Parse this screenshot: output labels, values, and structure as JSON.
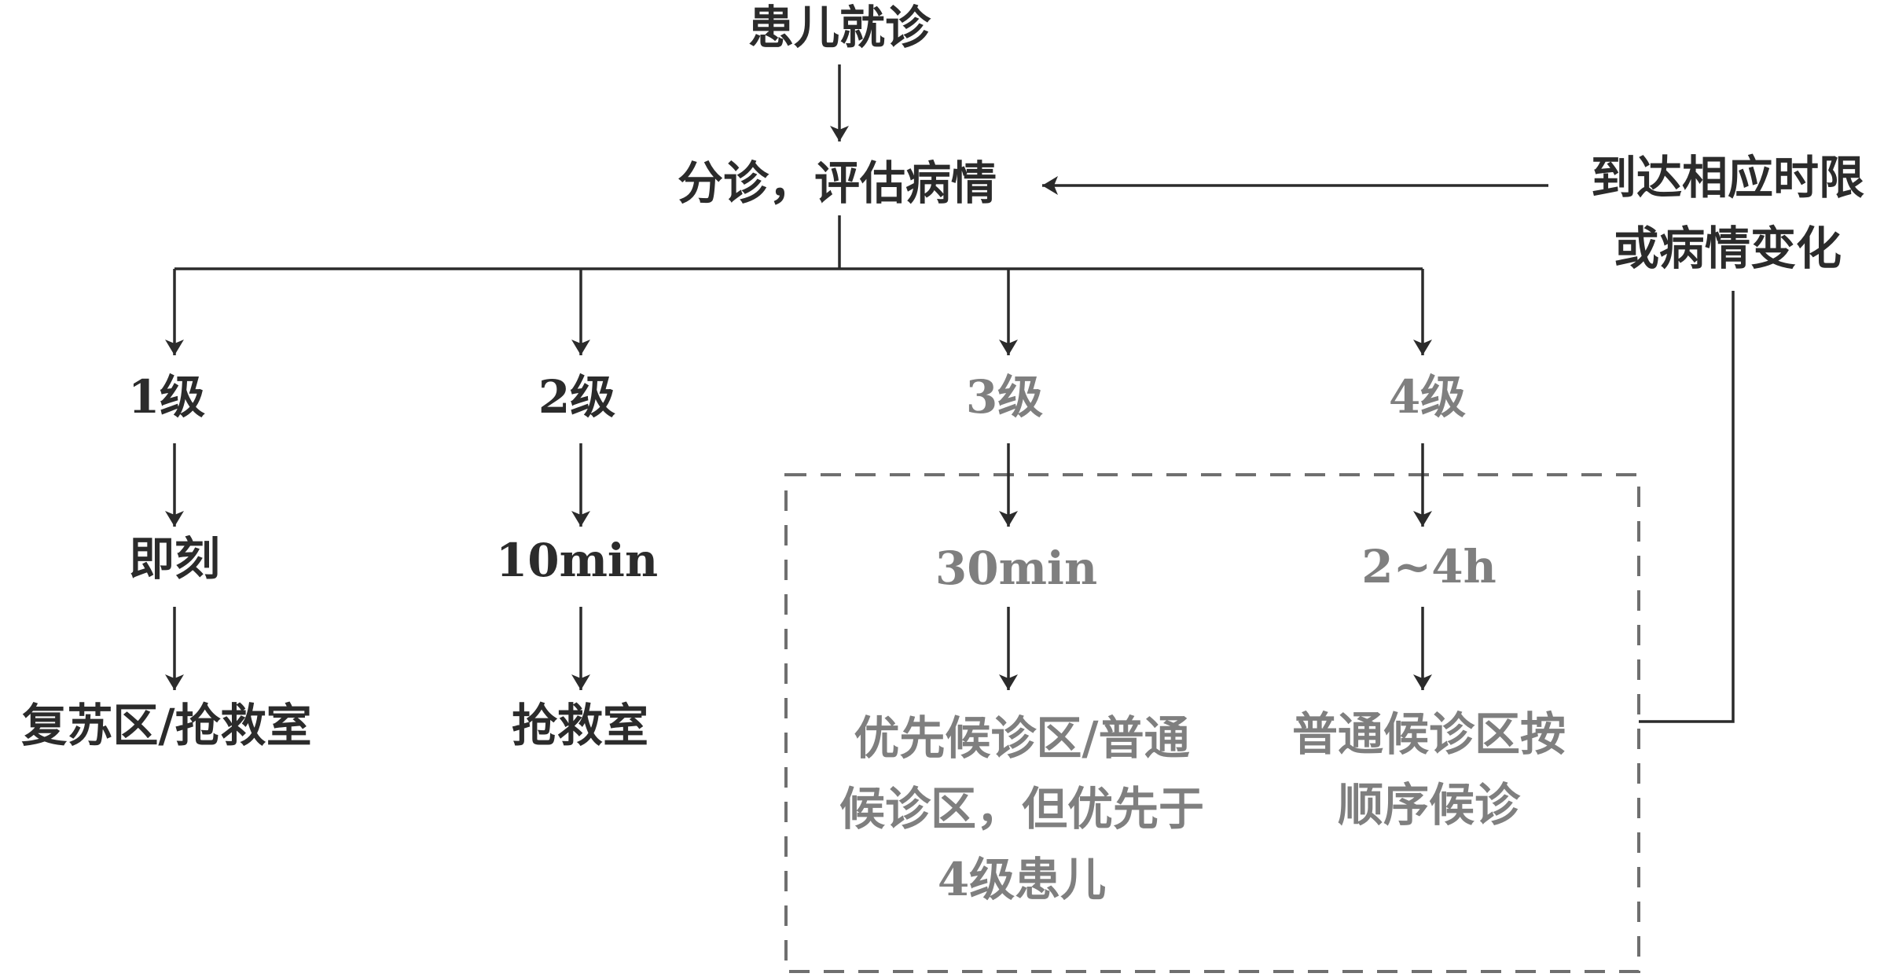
{
  "colors": {
    "dark_text": "#2b2b2b",
    "gray_text": "#7f7f7f",
    "connector": "#2b2b2b",
    "dashed_border": "#6f6f6f"
  },
  "nodes": {
    "patient_visit": "患儿就诊",
    "triage_assess": "分诊，评估病情",
    "reassess_trigger": [
      "到达相应时限",
      "或病情变化"
    ],
    "level_1": {
      "level": "1级",
      "time": "即刻",
      "destination": [
        "复苏区/抢救室"
      ]
    },
    "level_2": {
      "level": "2级",
      "time": "10min",
      "destination": [
        "抢救室"
      ]
    },
    "level_3": {
      "level": "3级",
      "time": "30min",
      "destination": [
        "优先候诊区/普通",
        "候诊区，但优先于",
        "4级患儿"
      ]
    },
    "level_4": {
      "level": "4级",
      "time": "2~4h",
      "destination": [
        "普通候诊区按",
        "顺序候诊"
      ]
    }
  }
}
